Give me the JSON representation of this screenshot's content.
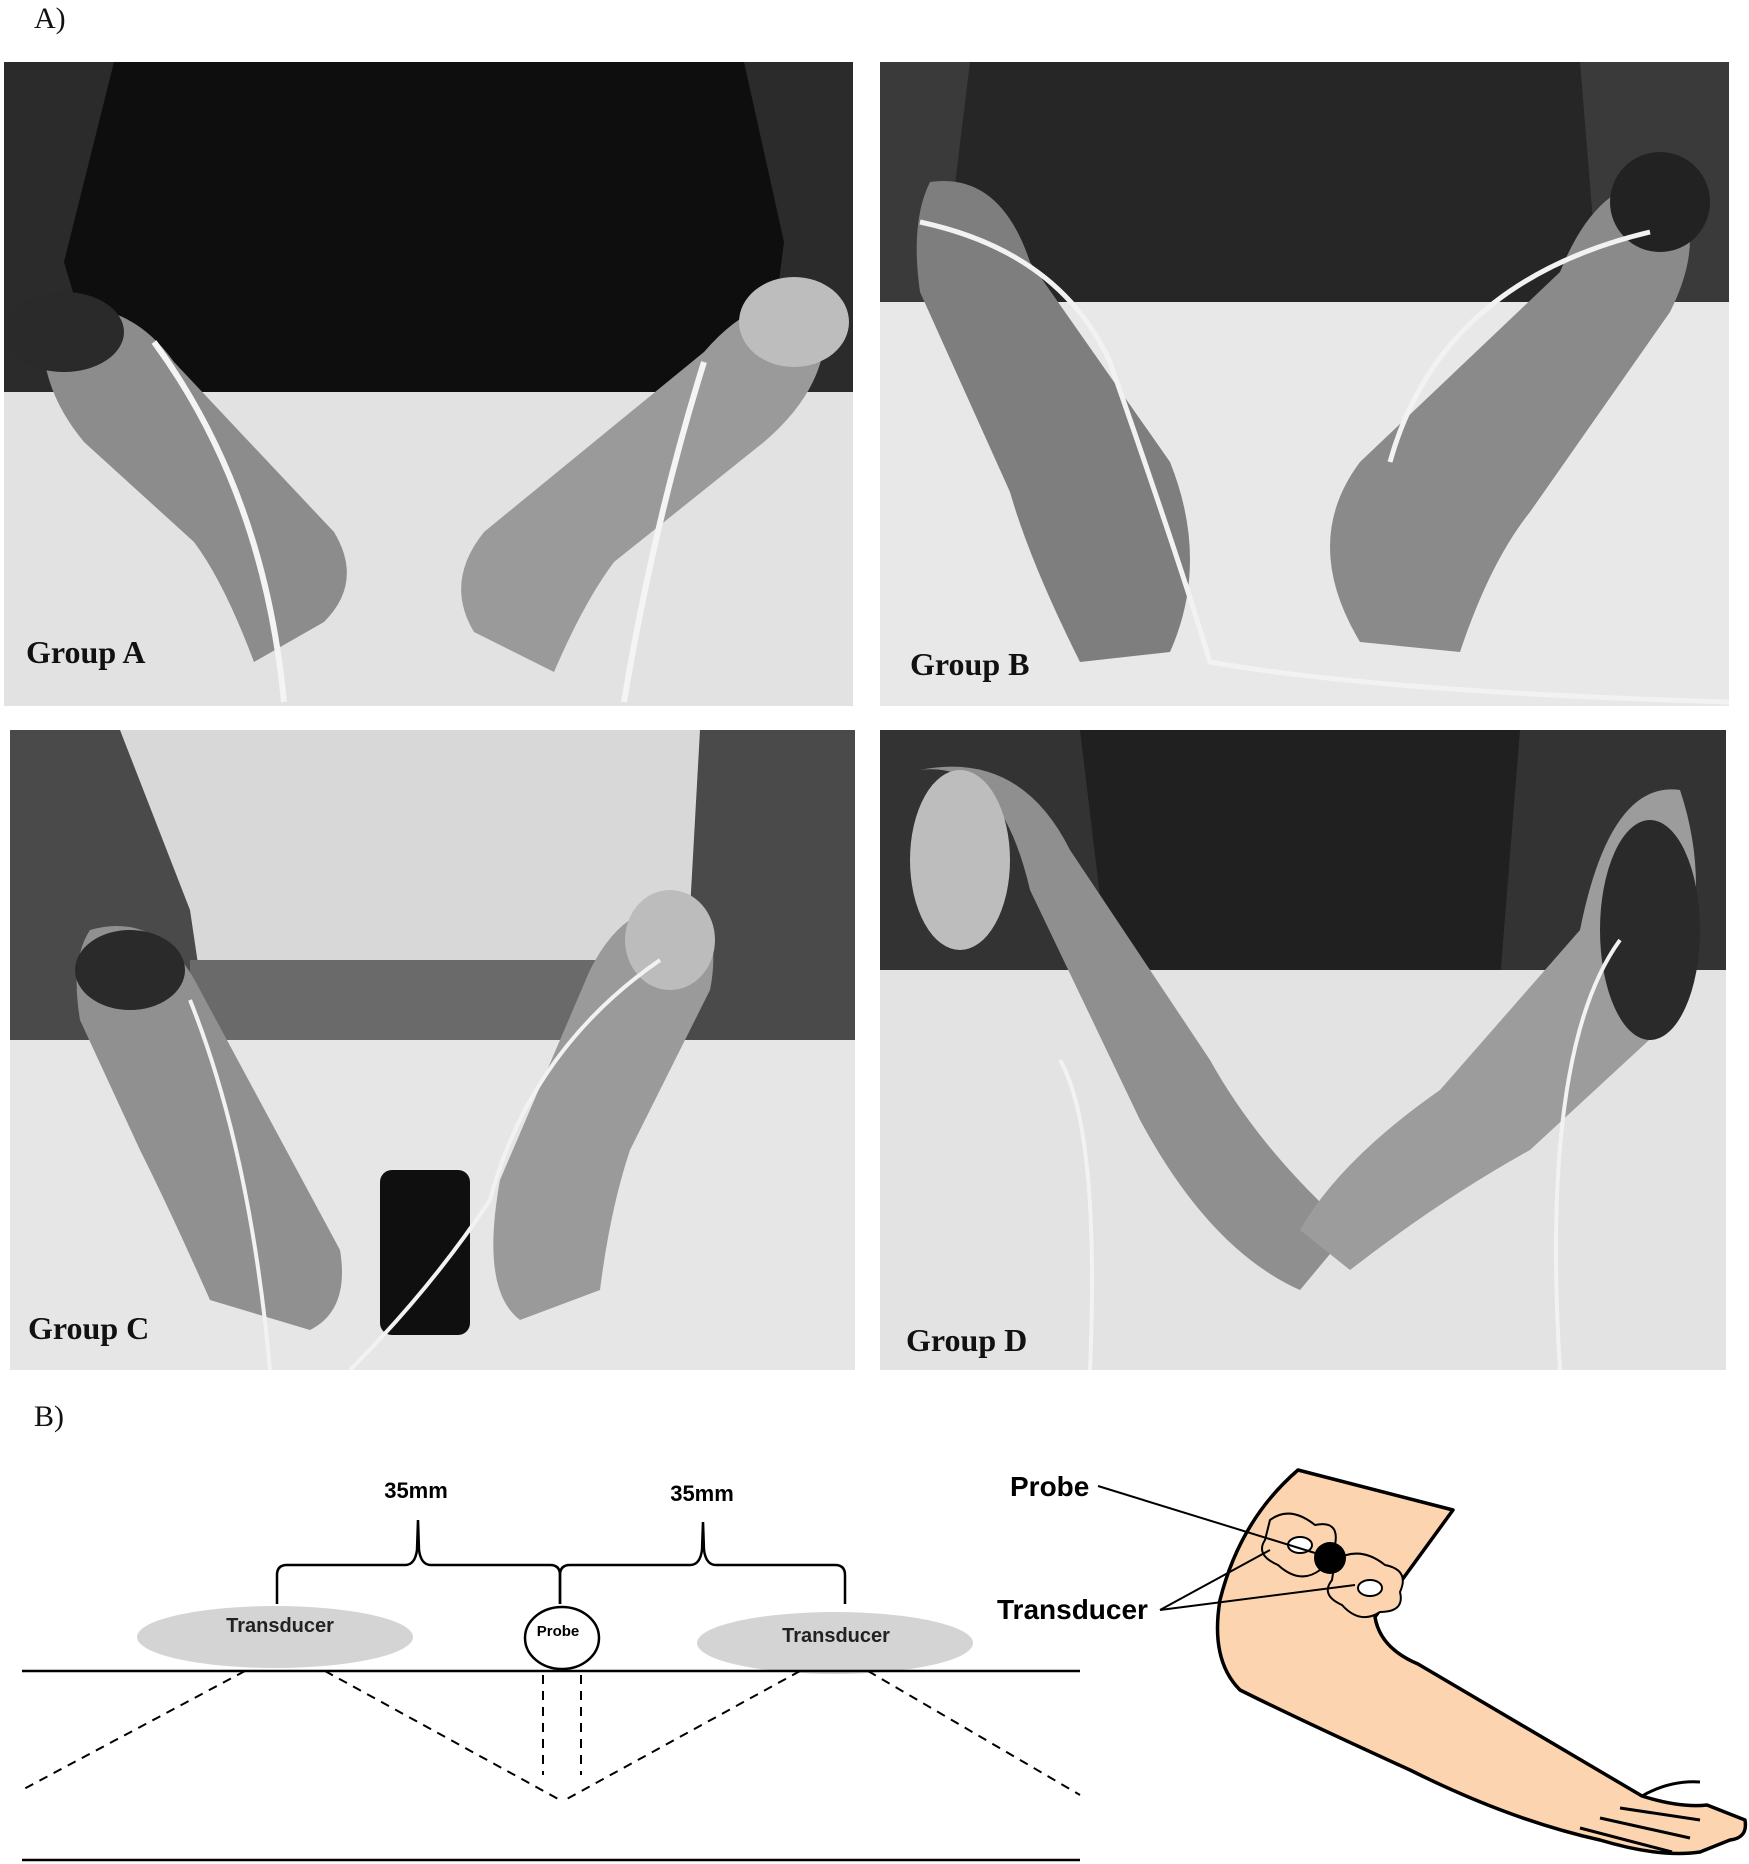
{
  "panel_a": {
    "label": "A)"
  },
  "panel_b": {
    "label": "B)"
  },
  "groups": [
    {
      "label": "Group A"
    },
    {
      "label": "Group B"
    },
    {
      "label": "Group C"
    },
    {
      "label": "Group D"
    }
  ],
  "diagram": {
    "left_distance": "35mm",
    "right_distance": "35mm",
    "transducer_left": "Transducer",
    "probe": "Probe",
    "transducer_right": "Transducer"
  },
  "arm_figure": {
    "probe_label": "Probe",
    "transducer_label": "Transducer"
  },
  "colors": {
    "skin": "#fcd5b0",
    "ellipse": "#d4d4d4"
  }
}
